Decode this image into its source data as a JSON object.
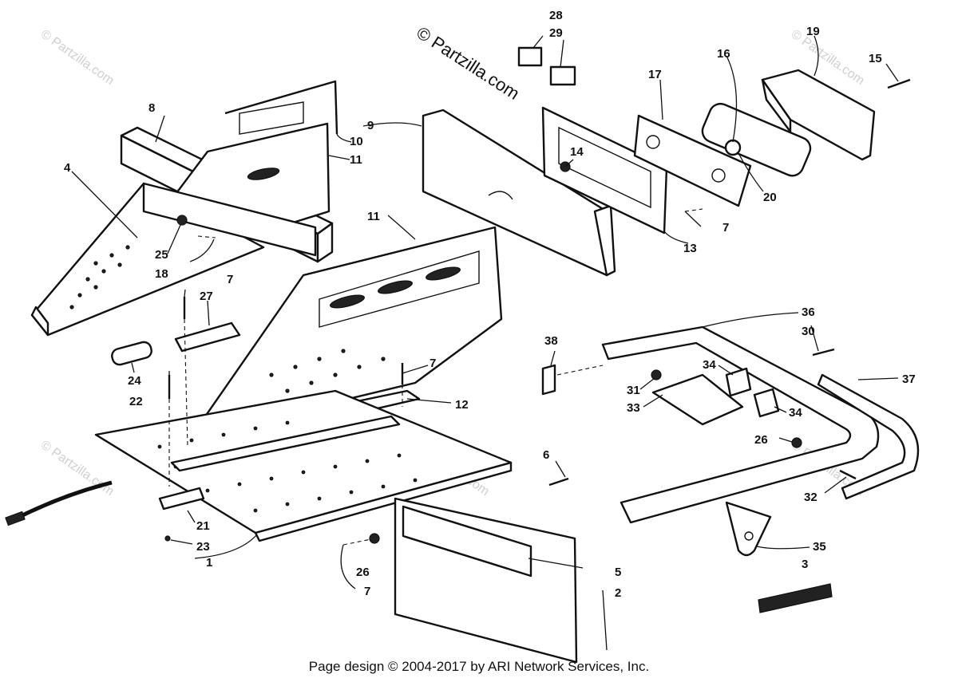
{
  "watermark": {
    "main": "© Partzilla.com",
    "faint": "© Partzilla.com"
  },
  "callouts": [
    "1",
    "2",
    "3",
    "4",
    "5",
    "6",
    "7",
    "8",
    "9",
    "10",
    "11",
    "12",
    "13",
    "14",
    "15",
    "16",
    "17",
    "18",
    "19",
    "20",
    "21",
    "22",
    "23",
    "24",
    "25",
    "26",
    "27",
    "28",
    "29",
    "30",
    "31",
    "32",
    "33",
    "34",
    "35",
    "36",
    "37",
    "38"
  ],
  "footer": "Page design © 2004-2017 by ARI Network Services, Inc."
}
